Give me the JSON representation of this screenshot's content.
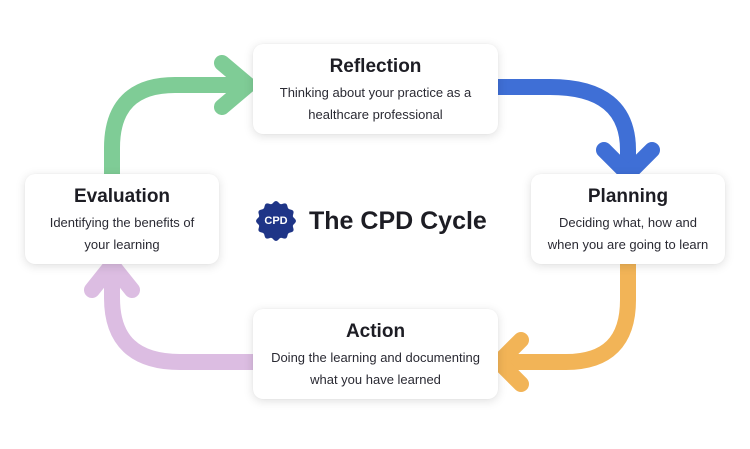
{
  "colors": {
    "reflection_to_planning": "#3f6fd6",
    "planning_to_action": "#f2b457",
    "action_to_evaluation": "#dcbde2",
    "evaluation_to_reflection": "#7fcc96",
    "badge": "#1f3587"
  },
  "center": {
    "badge_text": "CPD",
    "title": "The CPD Cycle"
  },
  "cards": {
    "reflection": {
      "title": "Reflection",
      "line1": "Thinking about your practice as a",
      "line2": "healthcare professional"
    },
    "planning": {
      "title": "Planning",
      "line1": "Deciding what, how and",
      "line2": "when you are going to learn"
    },
    "action": {
      "title": "Action",
      "line1": "Doing the learning and documenting",
      "line2": "what you have learned"
    },
    "evaluation": {
      "title": "Evaluation",
      "line1": "Identifying the benefits of",
      "line2": "your learning"
    }
  }
}
